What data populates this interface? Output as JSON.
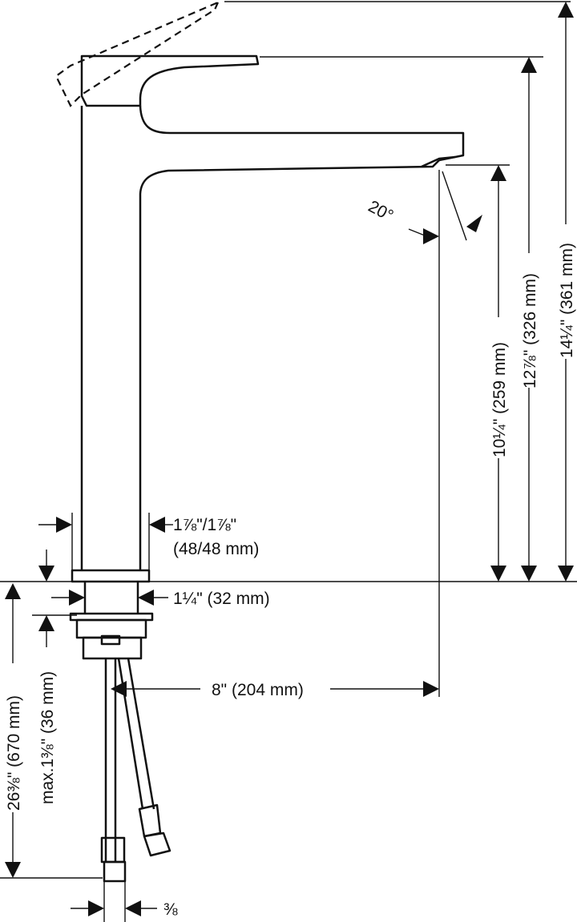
{
  "dimensions": {
    "total_height": "14¼\" (361 mm)",
    "handle_height": "12⅞\" (326 mm)",
    "spout_height": "10¼\" (259 mm)",
    "spout_angle": "20°",
    "base_width_top": "1⅞\"/1⅞\"",
    "base_width_bottom": "(48/48 mm)",
    "shank_diameter": "1¼\" (32 mm)",
    "spout_reach": "8\" (204 mm)",
    "counter_thickness": "max.1⅜\" (36 mm)",
    "hose_length": "26⅜\" (670 mm)",
    "connection_size": "⅜"
  }
}
